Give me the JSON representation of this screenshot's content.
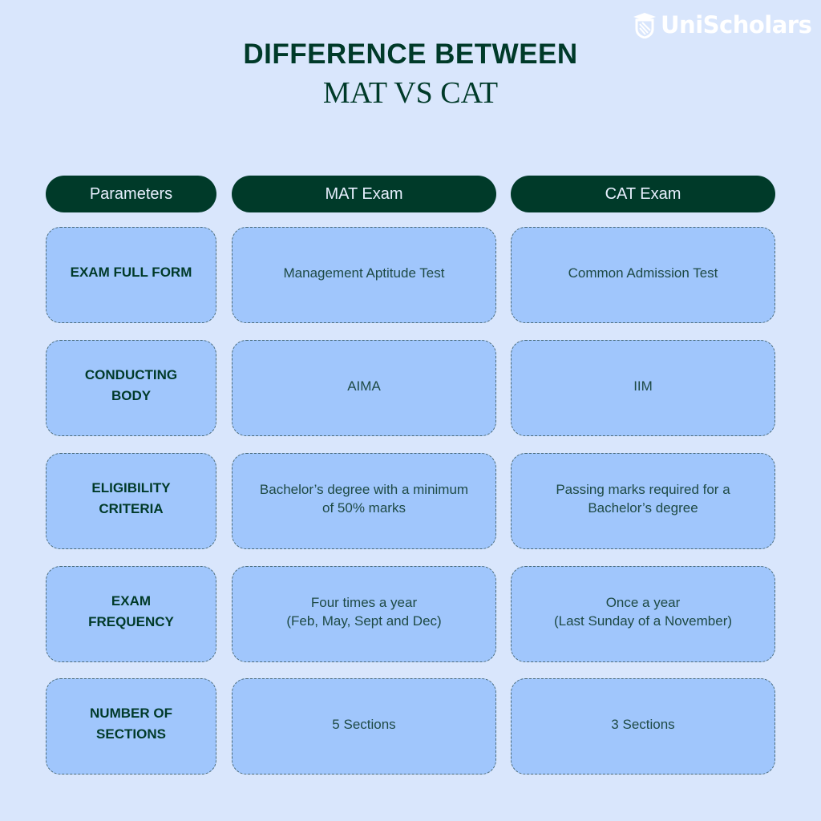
{
  "brand": {
    "name": "UniScholars",
    "icon": "graduation-cap-shield-icon"
  },
  "title": {
    "line1": "DIFFERENCE BETWEEN",
    "line2": "MAT VS CAT"
  },
  "table": {
    "headers": [
      "Parameters",
      "MAT Exam",
      "CAT Exam"
    ],
    "rows": [
      {
        "parameter": "EXAM FULL FORM",
        "mat": "Management Aptitude Test",
        "cat": "Common Admission Test"
      },
      {
        "parameter": "CONDUCTING\nBODY",
        "mat": "AIMA",
        "cat": "IIM"
      },
      {
        "parameter": "ELIGIBILITY\nCRITERIA",
        "mat": "Bachelor’s degree with a minimum\nof 50% marks",
        "cat": "Passing marks required for a\nBachelor’s degree"
      },
      {
        "parameter": "EXAM\nFREQUENCY",
        "mat": "Four times a year\n(Feb, May, Sept and Dec)",
        "cat": "Once a year\n(Last Sunday of a November)"
      },
      {
        "parameter": "NUMBER OF\nSECTIONS",
        "mat": "5 Sections",
        "cat": "3 Sections"
      }
    ]
  },
  "colors": {
    "background": "#d9e6fc",
    "header": "#003a29",
    "cell": "#a0c6fc",
    "text": "#003a29"
  }
}
